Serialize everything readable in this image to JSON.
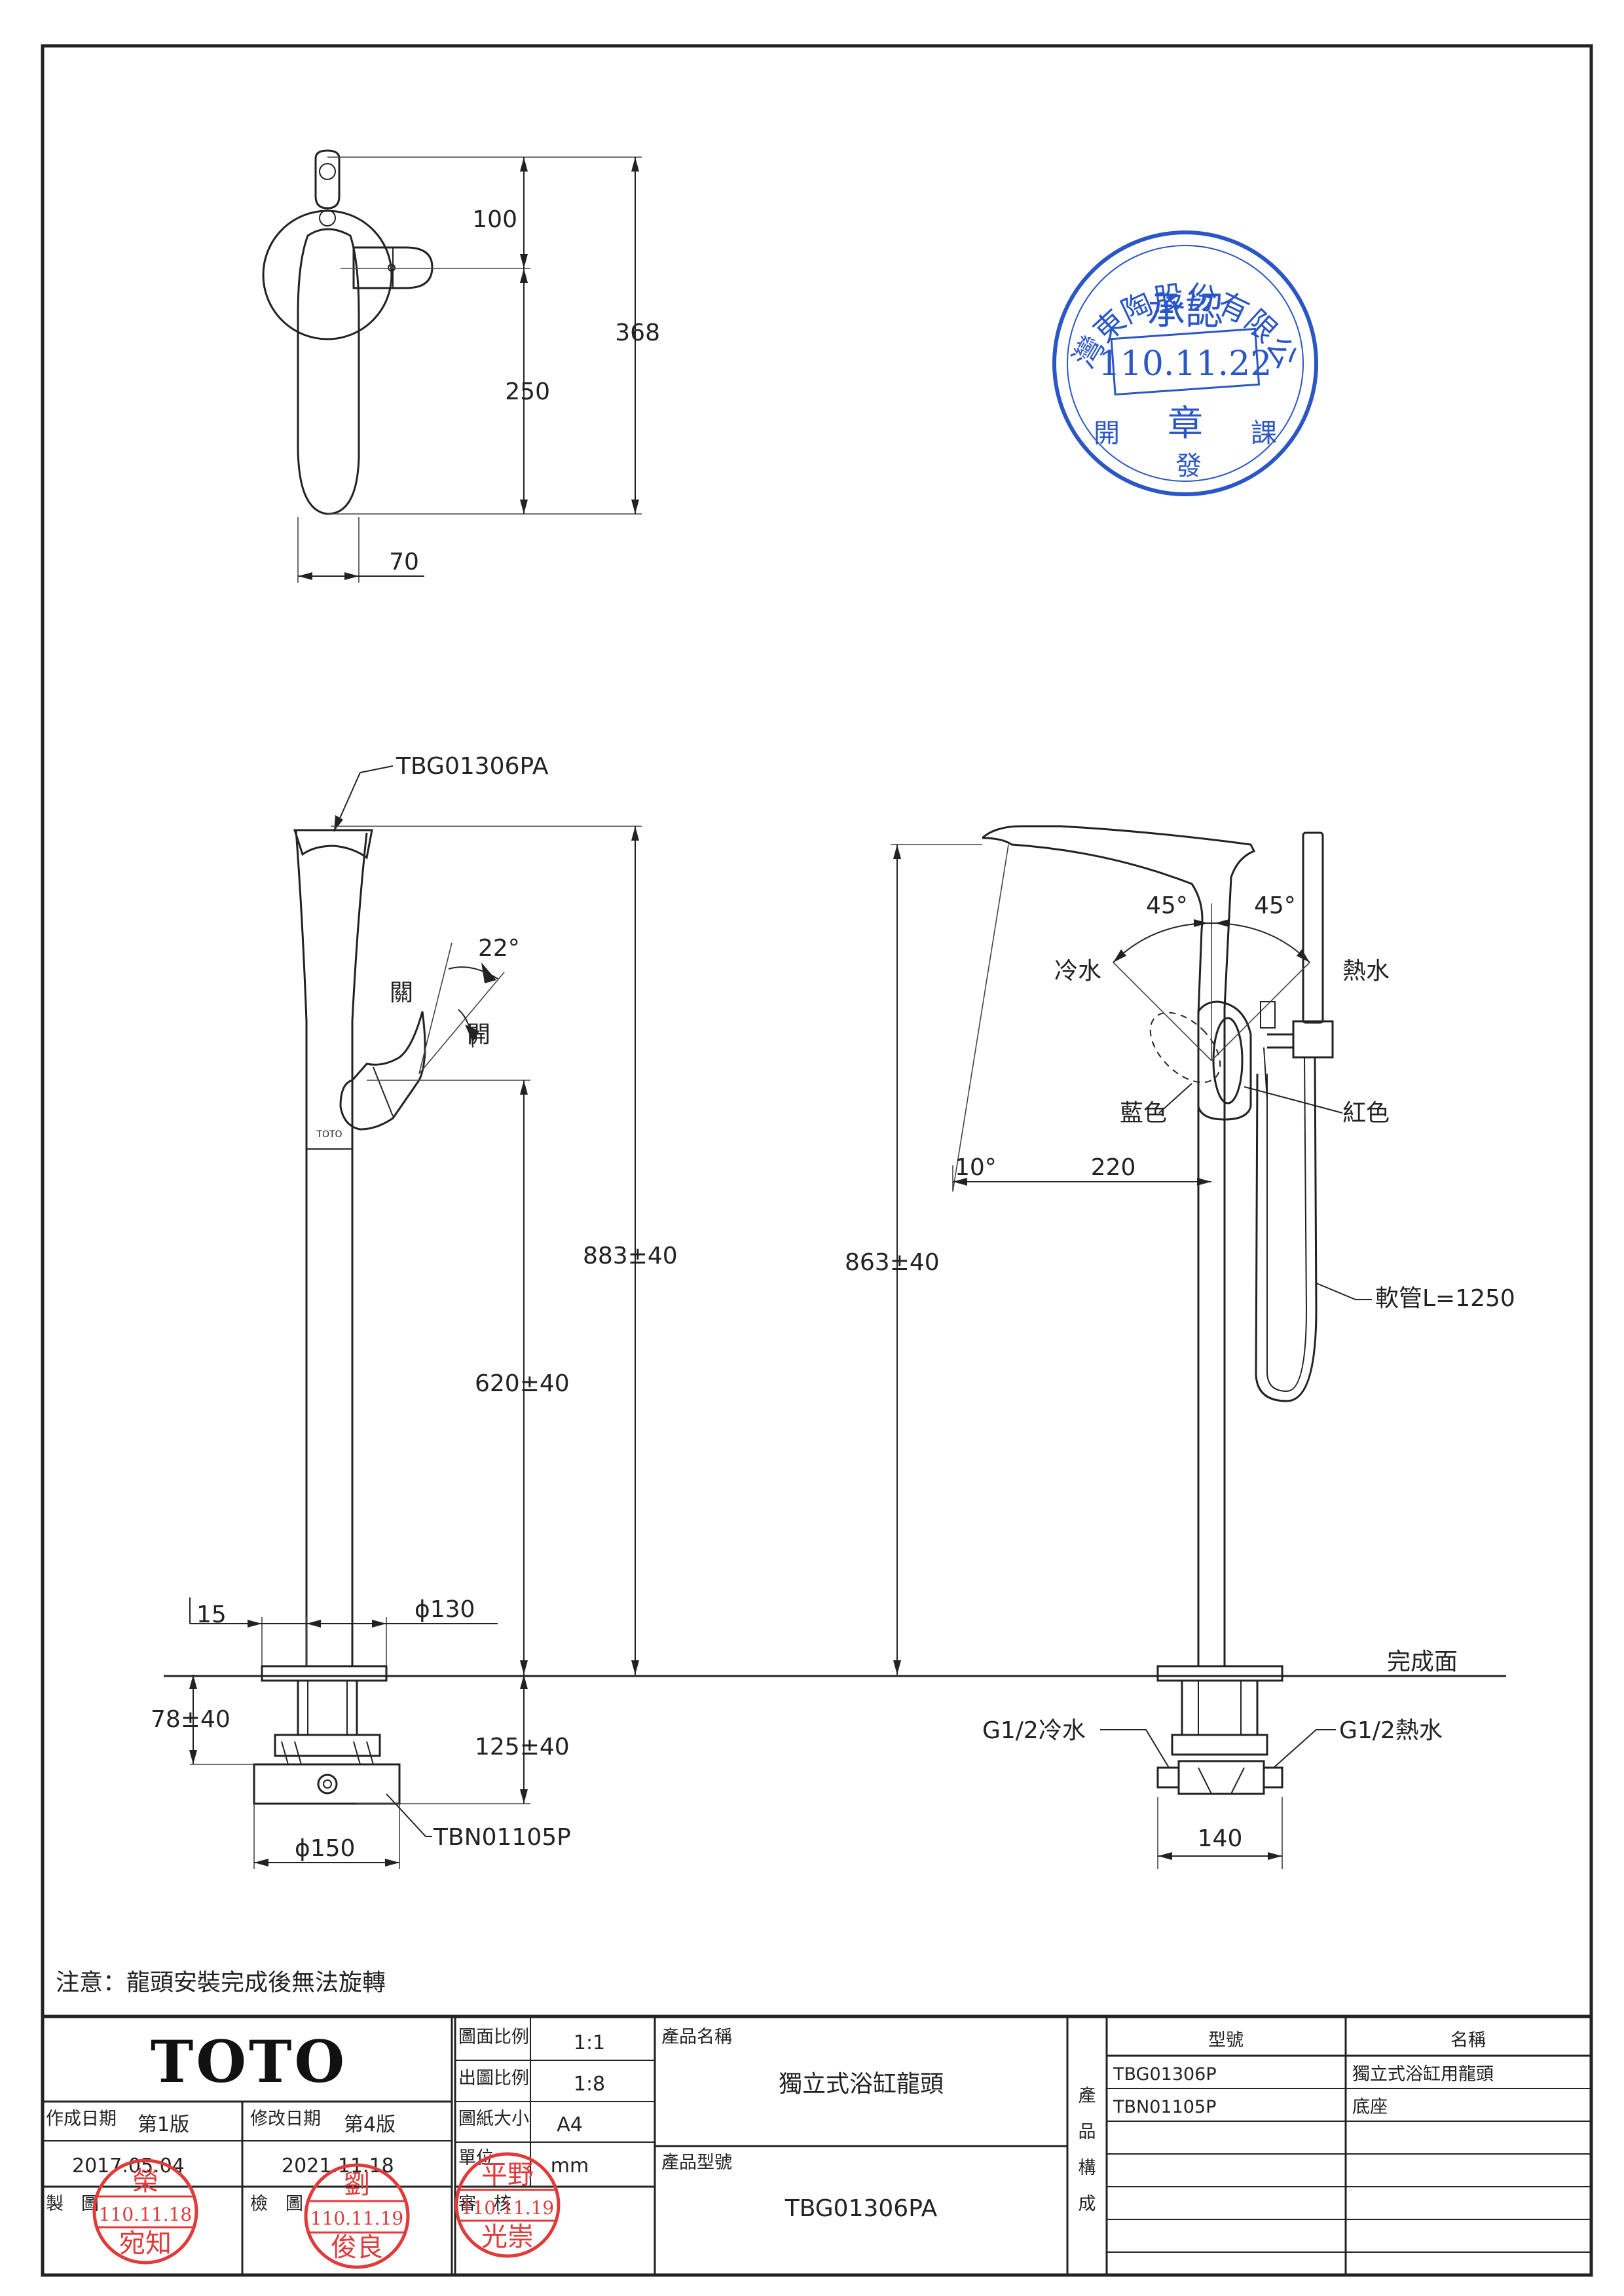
{
  "top_view": {
    "dims": {
      "d100": "100",
      "d368": "368",
      "d250": "250",
      "d70": "70"
    }
  },
  "side_view": {
    "model_label": "TBG01306PA",
    "angle": "22°",
    "close_label": "關",
    "open_label": "開",
    "dims": {
      "d883": "883±40",
      "d620": "620±40",
      "d15": "15",
      "d130": "ϕ130",
      "d78": "78±40",
      "d125": "125±40",
      "d150": "ϕ150"
    },
    "base_label": "TBN01105P",
    "brand_mark": "TOTO"
  },
  "front_view": {
    "angle_left": "45°",
    "angle_right": "45°",
    "cold_water": "冷水",
    "hot_water": "熱水",
    "blue": "藍色",
    "red": "紅色",
    "angle10": "10°",
    "d220": "220",
    "d863": "863±40",
    "hose": "軟管L=1250",
    "finish_surface": "完成面",
    "g_cold": "G1/2冷水",
    "g_hot": "G1/2熱水",
    "d140": "140"
  },
  "approval_stamp": {
    "company": "台灣東陶股份有限公司",
    "approve": "承認",
    "date": "110.11.22",
    "seal": "章",
    "dept_left": "開",
    "dept_mid": "發",
    "dept_right": "課"
  },
  "note": "注意：龍頭安裝完成後無法旋轉",
  "title_block": {
    "logo": "TOTO",
    "scale_drawing_label": "圖面比例",
    "scale_drawing": "1:1",
    "scale_print_label": "出圖比例",
    "scale_print": "1:8",
    "paper_label": "圖紙大小",
    "paper": "A4",
    "unit_label": "單位",
    "unit": "mm",
    "created_label": "作成日期",
    "version1": "第1版",
    "created_date": "2017.05.04",
    "revised_label": "修改日期",
    "version4": "第4版",
    "revised_date": "2021.11.18",
    "drawn_label": "製　圖",
    "checked_label": "檢　圖",
    "reviewed_label": "審　核",
    "product_name_label": "產品名稱",
    "product_name": "獨立式浴缸龍頭",
    "product_model_label": "產品型號",
    "product_model": "TBG01306PA",
    "composition_label": [
      "產",
      "品",
      "構",
      "成"
    ],
    "table_headers": [
      "型號",
      "名稱"
    ],
    "rows": [
      {
        "model": "TBG01306P",
        "name": "獨立式浴缸用龍頭"
      },
      {
        "model": "TBN01105P",
        "name": "底座"
      }
    ],
    "stamps": [
      {
        "top": "榮",
        "date": "110.11.18",
        "bottom": "宛知"
      },
      {
        "top": "劉",
        "date": "110.11.19",
        "bottom": "俊良"
      },
      {
        "top": "平野",
        "date": "110.11.19",
        "bottom": "光崇"
      }
    ]
  }
}
